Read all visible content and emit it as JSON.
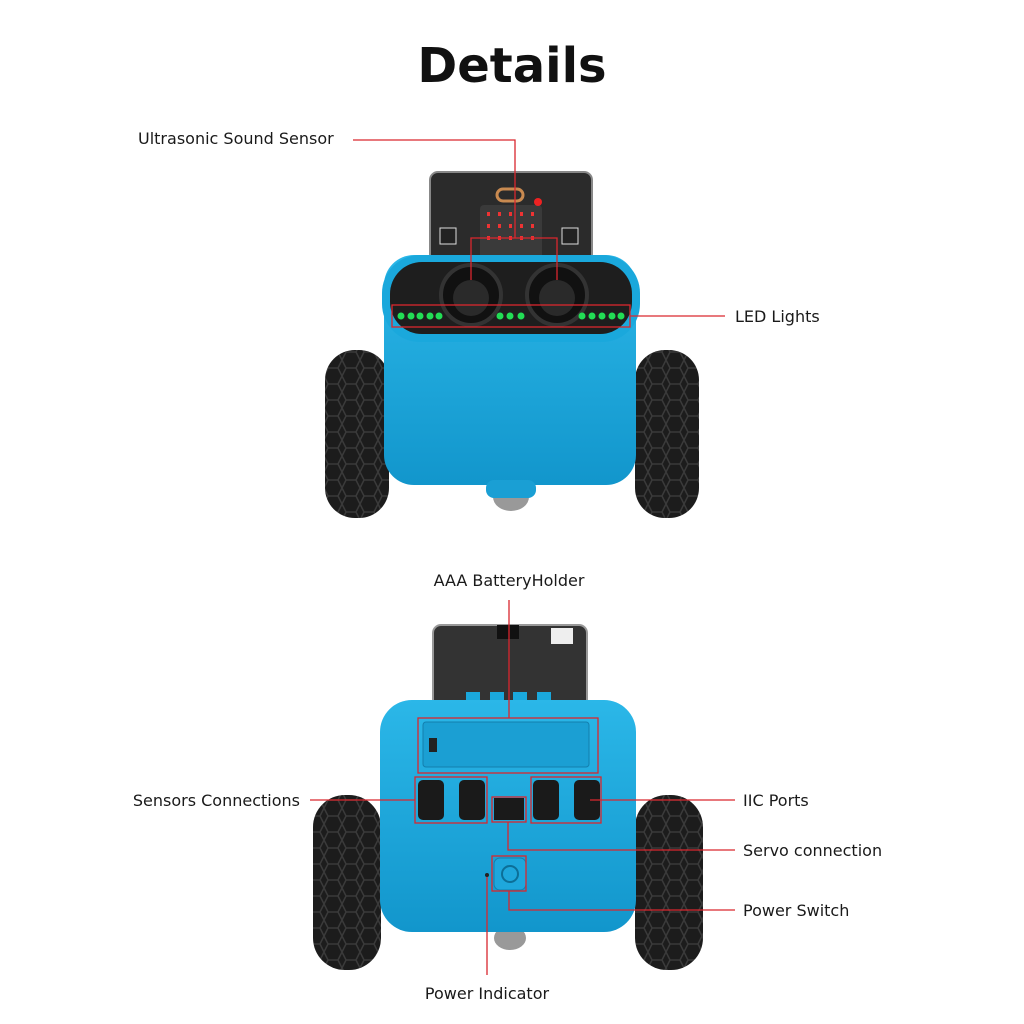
{
  "title": "Details",
  "labels": {
    "ultrasonic": "Ultrasonic Sound Sensor",
    "led": "LED Lights",
    "battery": "AAA BatteryHolder",
    "sensors": "Sensors Connections",
    "iic": "IIC Ports",
    "servo": "Servo connection",
    "power_switch": "Power Switch",
    "power_indicator": "Power Indicator"
  },
  "colors": {
    "body": "#1aa8dc",
    "leader_line": "#d9272e",
    "led": "#22dd55",
    "tire": "#1c1c1c"
  }
}
